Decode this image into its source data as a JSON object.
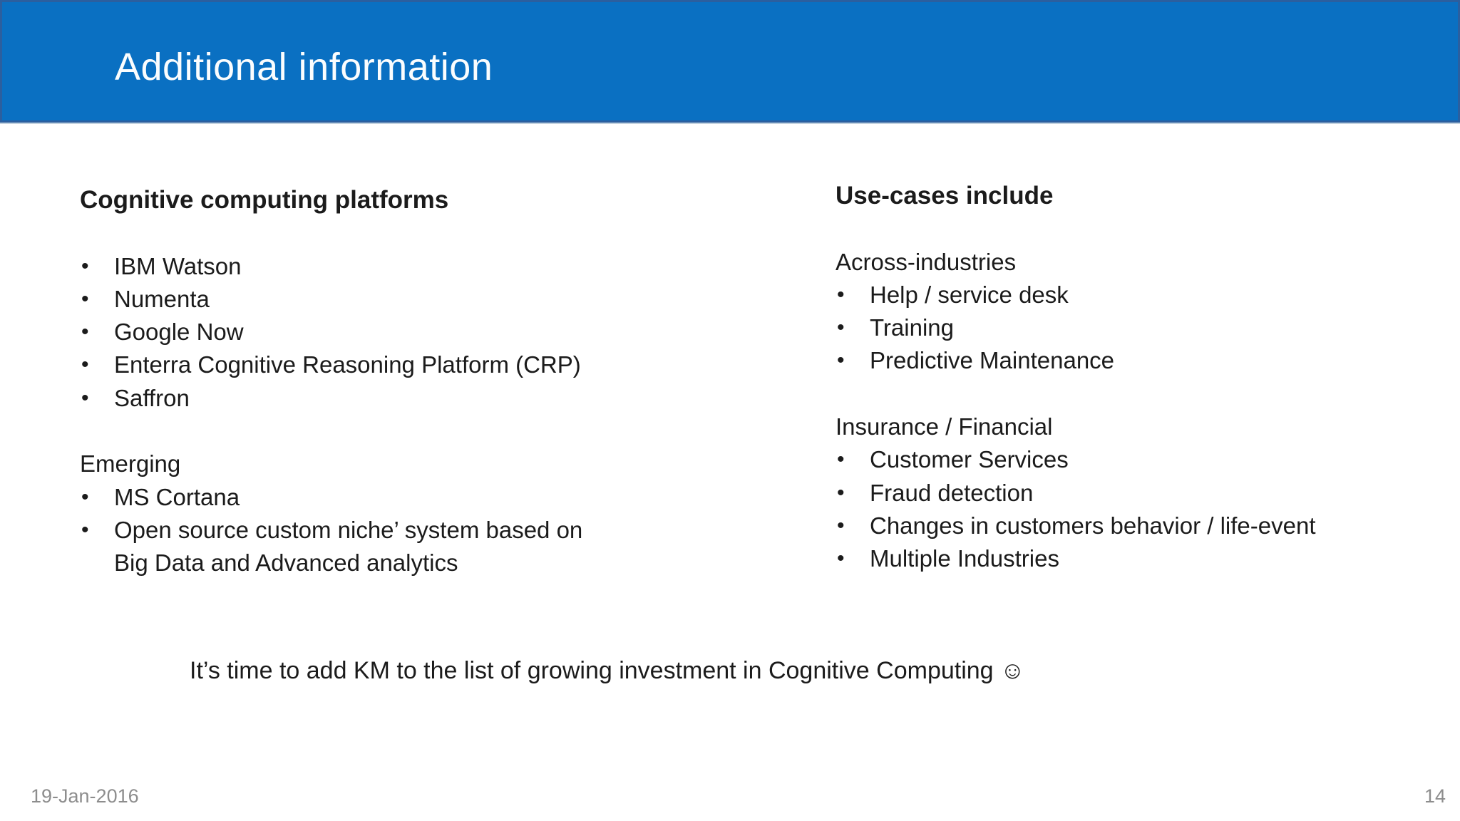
{
  "header": {
    "title": "Additional information",
    "bar_color": "#0a70c2",
    "bar_border_color": "#2b5f9f",
    "title_color": "#fbfdfe"
  },
  "bullet_char": "•",
  "left_column": {
    "heading": "Cognitive computing platforms",
    "platform_items": [
      "IBM Watson",
      "Numenta",
      "Google Now",
      "Enterra Cognitive Reasoning Platform (CRP)",
      "Saffron"
    ],
    "subheading": "Emerging",
    "emerging_items": [
      "MS Cortana",
      "Open source custom niche’ system based on\nBig Data and Advanced analytics"
    ]
  },
  "right_column": {
    "heading": "Use-cases include",
    "sections": [
      {
        "label": "Across-industries",
        "items": [
          "Help / service desk",
          "Training",
          "Predictive Maintenance"
        ]
      },
      {
        "label": "Insurance / Financial",
        "items": [
          "Customer Services",
          "Fraud detection",
          "Changes in customers behavior / life-event",
          "Multiple Industries"
        ]
      }
    ]
  },
  "statement": "It’s time to add KM to the list of growing investment in Cognitive Computing ☺",
  "footer": {
    "date": "19-Jan-2016",
    "page_number": "14"
  }
}
